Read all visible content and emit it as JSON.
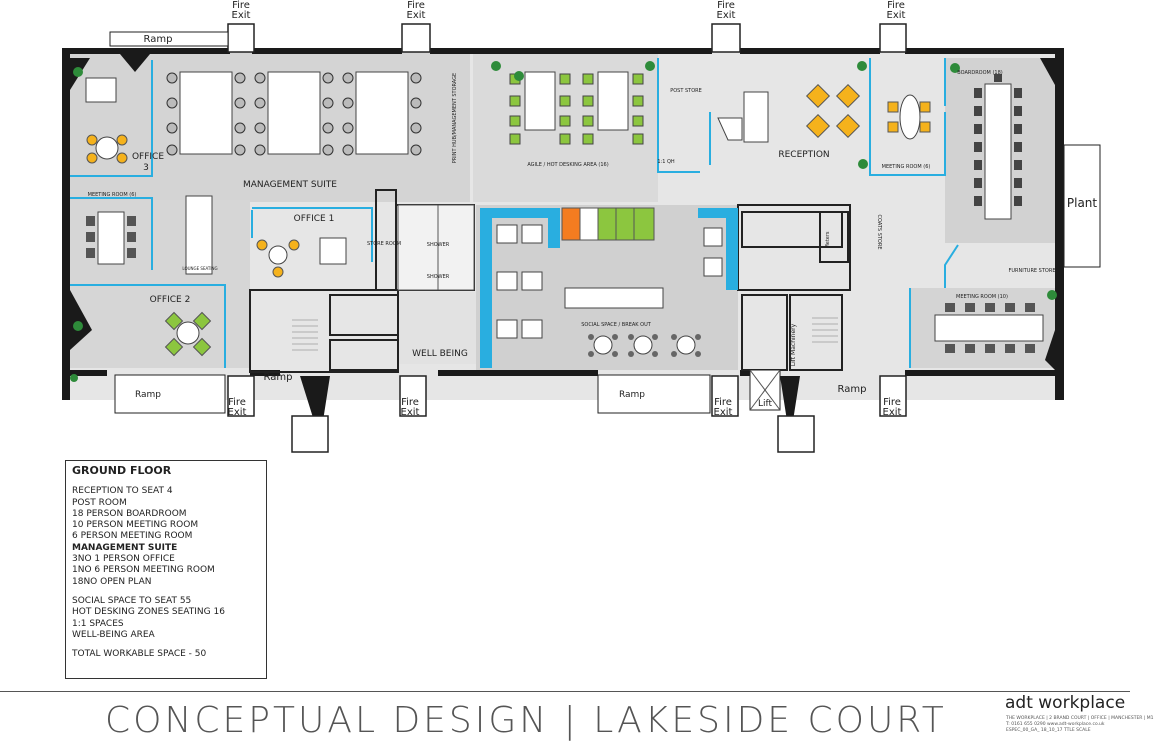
{
  "plan_labels": {
    "ramp_top": "Ramp",
    "fire_exit_label": [
      "Fire",
      "Exit"
    ],
    "office3": "OFFICE",
    "office3_num": "3",
    "meeting_room_6_left": "MEETING ROOM (6)",
    "management_suite": "MANAGEMENT SUITE",
    "office1": "OFFICE 1",
    "office2": "OFFICE 2",
    "store_room": "STORE ROOM",
    "shower": "SHOWER",
    "well_being": "WELL BEING",
    "agile": "AGILE / HOT DESKING AREA (16)",
    "post_store": "POST STORE",
    "one_to_one": "1:1 QH",
    "reception": "RECEPTION",
    "boardroom": "BOARDROOM (18)",
    "meeting_room_6_right": "MEETING ROOM (6)",
    "plant": "Plant",
    "coats_store": "COATS STORE",
    "meters": "Meters",
    "furniture_store": "FURNITURE STORE",
    "meeting_room_10": "MEETING ROOM (10)",
    "social_space": "SOCIAL SPACE / BREAK OUT",
    "lift_machinery": "Lift Machinery",
    "lift": "Lift",
    "ramp": "Ramp",
    "print_hub": "PRINT HUB/MANAGEMENT STORAGE",
    "lounge": "LOUNGE SEATING"
  },
  "legend": {
    "heading": "GROUND FLOOR",
    "lines_a": [
      "RECEPTION TO SEAT 4",
      "POST ROOM",
      "18 PERSON BOARDROOM",
      "10 PERSON MEETING ROOM",
      "6 PERSON MEETING ROOM"
    ],
    "mgmt_heading": "MANAGEMENT SUITE",
    "lines_b": [
      "3NO 1 PERSON OFFICE",
      "1NO 6 PERSON MEETING ROOM",
      "18NO OPEN PLAN"
    ],
    "lines_c": [
      "SOCIAL SPACE TO SEAT 55",
      "HOT DESKING ZONES SEATING 16",
      "1:1 SPACES",
      "WELL-BEING AREA"
    ],
    "total": "TOTAL WORKABLE SPACE - 50"
  },
  "footer": {
    "title": "CONCEPTUAL DESIGN | LAKESIDE COURT",
    "brand": "adt workplace",
    "small_1": "THE WORKPLACE | 2 BRAND COURT | OFFICE | MANCHESTER | M1",
    "small_2": "T: 0161 655 0290   www.adt-workplace.co.uk",
    "small_3": "ESPEC_00_GA_        18_10_17 TTLE        SCALE"
  },
  "colors": {
    "wall": "#1a1a1a",
    "floor_grey": "#d4d4d4",
    "timber": "#e6e6e6",
    "partition_blue": "#29aee0",
    "accent_green": "#8cc63f",
    "accent_orange": "#f47c20",
    "chair_yellow": "#f5b21c",
    "plant_green": "#2e8b3a"
  }
}
